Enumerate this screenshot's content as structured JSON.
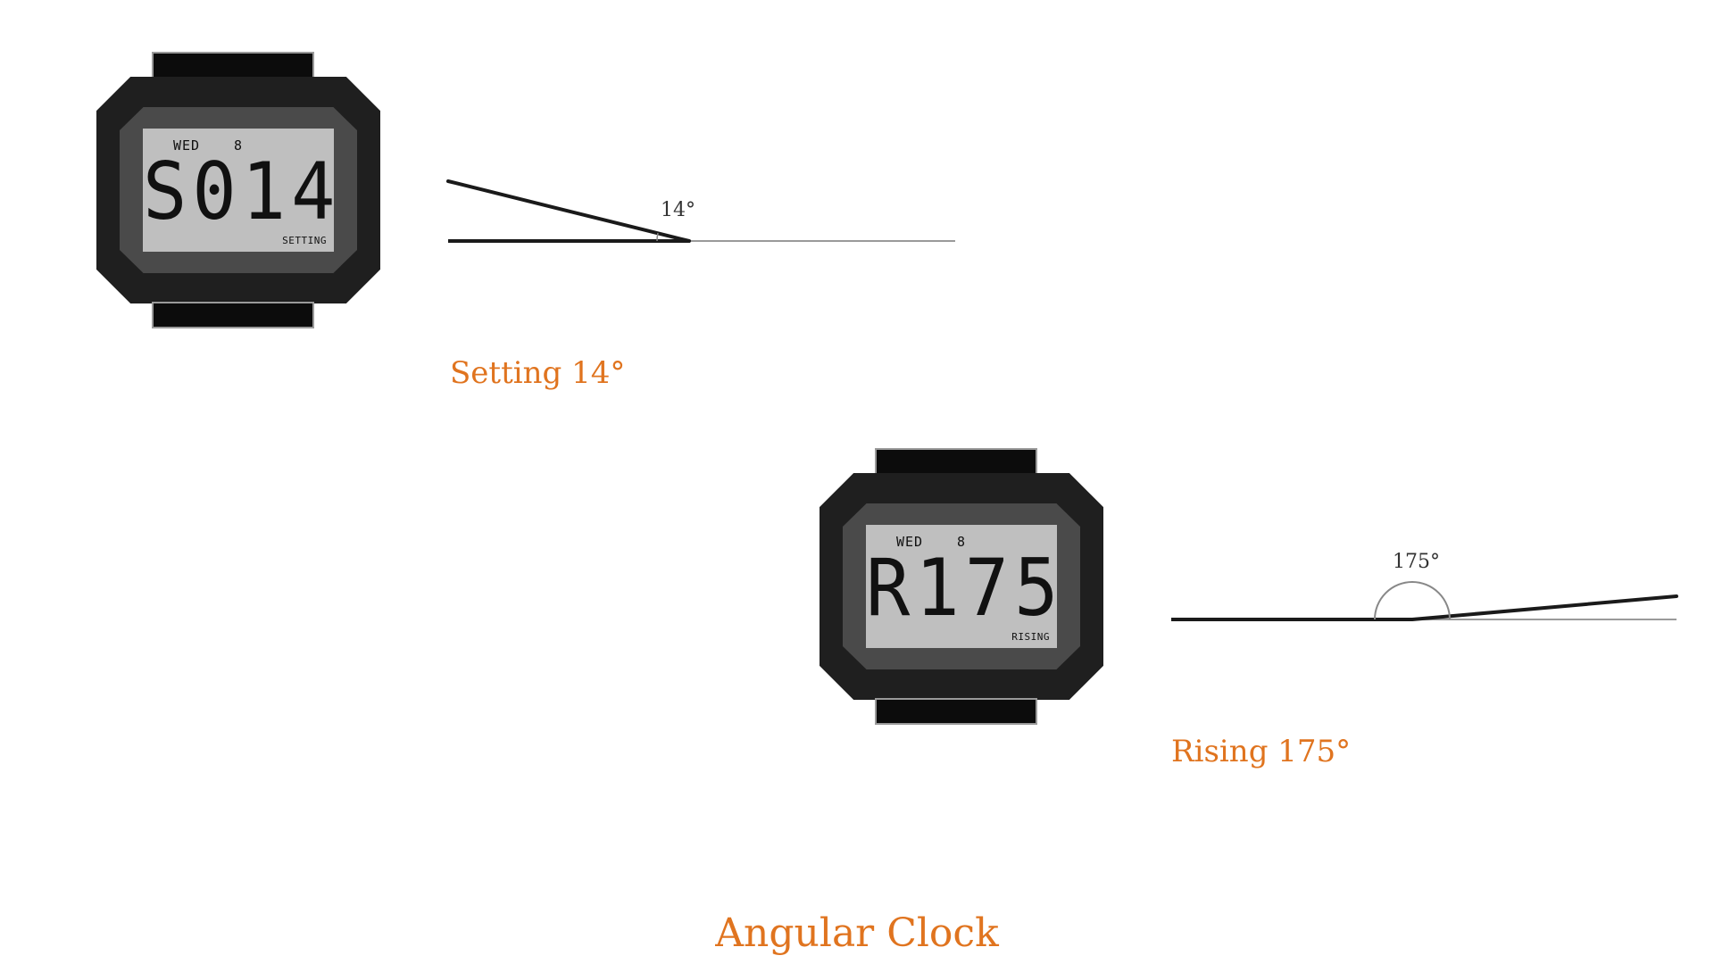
{
  "page_title": "Angular Clock",
  "accent_color": "#e0741f",
  "watches": [
    {
      "day": "WED",
      "date": "8",
      "display": "S014",
      "mode": "SETTING",
      "caption": "Setting 14°",
      "angle_label": "14°",
      "angle_degrees": 14
    },
    {
      "day": "WED",
      "date": "8",
      "display": "R175",
      "mode": "RISING",
      "caption": "Rising 175°",
      "angle_label": "175°",
      "angle_degrees": 175
    }
  ]
}
